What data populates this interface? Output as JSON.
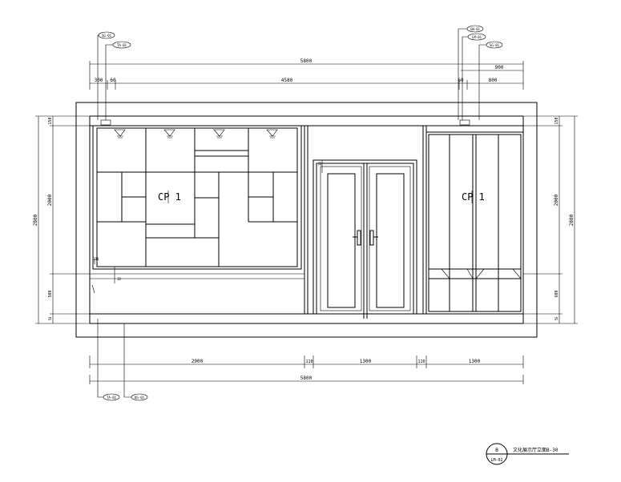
{
  "top_dims": {
    "total": "5800",
    "right_overall": "900",
    "seg_300": "300",
    "seg_60_left": "60",
    "seg_4580": "4580",
    "seg_60_right": "60",
    "seg_800": "800"
  },
  "bottom_dims": {
    "seg_2900": "2900",
    "seg_110_a": "110",
    "seg_1300_a": "1300",
    "seg_110_b": "110",
    "seg_1300_b": "1300",
    "total": "5800"
  },
  "left_dims": {
    "overall": "2800",
    "seg_150": "150",
    "seg_2000": "2000",
    "seg_500": "500",
    "seg_base": "50"
  },
  "right_dims": {
    "overall": "2800",
    "seg_150": "150",
    "seg_2000": "2000",
    "seg_600": "600",
    "seg_base": "50"
  },
  "tags": {
    "top_left_1": "SG-01",
    "top_left_2": "TA-01",
    "top_right_1": "GN-01",
    "top_right_2": "LM-01",
    "top_right_3": "SG-01",
    "bottom_left_1": "TA-01",
    "bottom_left_2": "DG-01"
  },
  "labels": {
    "cabinet_left": "CP 1",
    "cabinet_right": "CP 1",
    "side_note": "30",
    "small_left": "180",
    "small_step": "18"
  },
  "title_block": {
    "index": "B",
    "sheet": "LM-02",
    "title": "文化展示厅立面B-30"
  }
}
